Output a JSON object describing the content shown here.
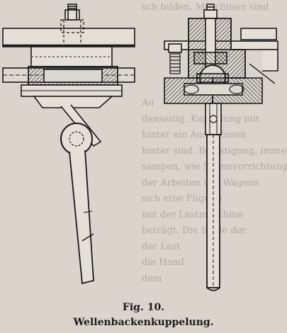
{
  "background_text": {
    "lines": [
      "sch bilden. Maschinen sind",
      "",
      "",
      "",
      "",
      "",
      "Au",
      "denseitig. Kuppelung mit",
      "hinter ein Ausströmen",
      "hinter sind. Befestigung, immer Un",
      "sampen, wie Spannvorrichtung",
      "der Arbeiten des Wagens",
      "sich eine Fügung",
      "mit der Lastmaschine",
      "beträgt. Die Stelle der",
      "der Last",
      "die Hand",
      "dem",
      "",
      "",
      ""
    ]
  },
  "figure": {
    "label": "Fig. 10.",
    "title": "Wellenbackenkuppelung."
  },
  "colors": {
    "ink": "#1a1a1a",
    "paper": "#d9d5cd",
    "hatch": "#2a2a2a"
  }
}
